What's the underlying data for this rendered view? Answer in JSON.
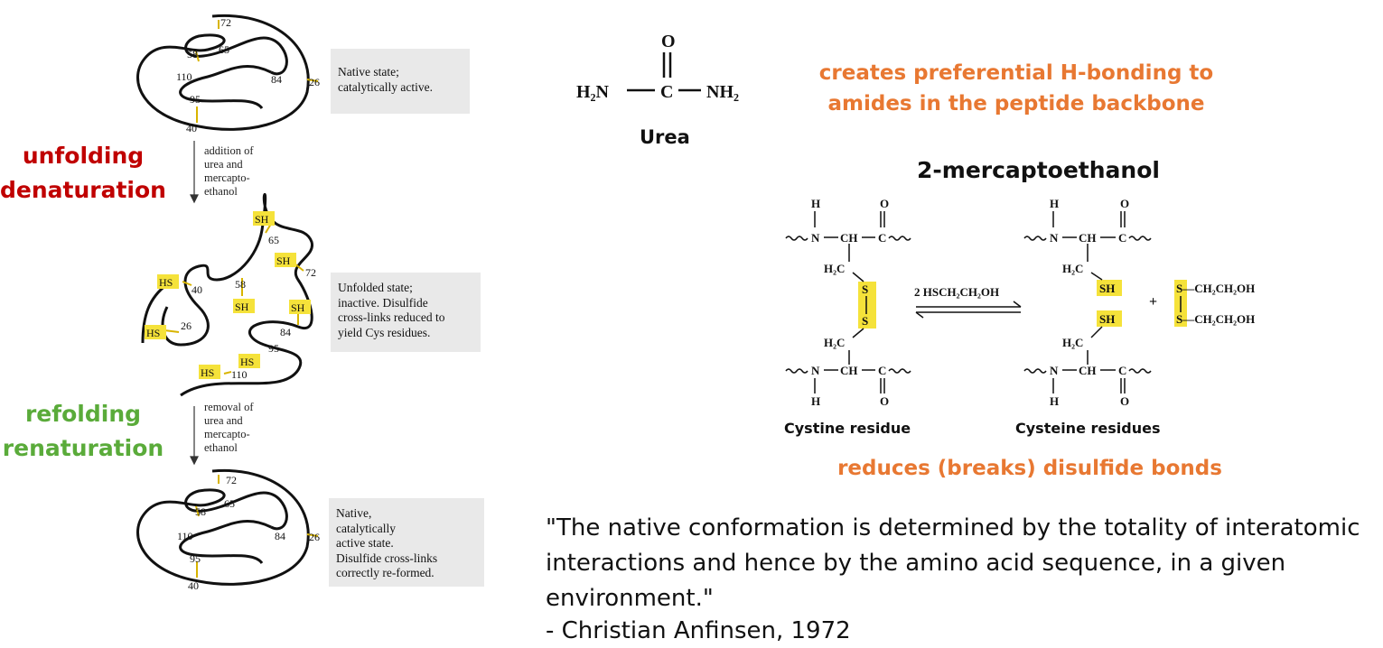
{
  "labels": {
    "unfolding": "unfolding",
    "denaturation": "denaturation",
    "refolding": "refolding",
    "renaturation": "renaturation"
  },
  "colors": {
    "red": "#c00000",
    "green": "#5aab3a",
    "orange": "#e87832",
    "yellow": "#f5e23a",
    "box_gray": "#e9e9e9"
  },
  "states": {
    "native": "Native state;\ncatalytically active.",
    "unfolded": "Unfolded state;\ninactive.  Disulfide\ncross-links reduced to\nyield Cys residues.",
    "renatured": "Native,\ncatalytically\nactive state.\nDisulfide cross-links\ncorrectly re-formed."
  },
  "steps": {
    "addition": "addition of\nurea and\nmercapto-\nethanol",
    "removal": "removal of\nurea and\nmercapto-\nethanol"
  },
  "residues": {
    "native": [
      "72",
      "65",
      "58",
      "110",
      "84",
      "26",
      "95",
      "40"
    ],
    "unfolded": [
      "SH",
      "65",
      "SH",
      "72",
      "HS",
      "40",
      "58",
      "SH",
      "SH",
      "HS",
      "26",
      "84",
      "95",
      "HS",
      "HS",
      "110"
    ],
    "renatured": [
      "72",
      "65",
      "58",
      "110",
      "84",
      "26",
      "95",
      "40"
    ]
  },
  "urea": {
    "o": "O",
    "c": "C",
    "h2n": "H₂N",
    "nh2": "NH₂",
    "name": "Urea",
    "note_line1": "creates preferential H-bonding to",
    "note_line2": "amides in the peptide backbone"
  },
  "mercapto": {
    "title": "2-mercaptoethanol",
    "reagent": "2 HSCH₂CH₂OH",
    "plus": "+",
    "ss_top": "S—CH₂CH₂OH",
    "ss_bottom": "S—CH₂CH₂OH",
    "left_caption": "Cystine residue",
    "right_caption": "Cysteine residues",
    "note": "reduces (breaks) disulfide bonds",
    "atoms": {
      "h": "H",
      "n": "N",
      "ch": "CH",
      "c": "C",
      "o": "O",
      "h2c": "H₂C",
      "s": "S",
      "sh": "SH"
    }
  },
  "quote": {
    "line1": "\"The native conformation is determined by the totality of interatomic",
    "line2": "interactions and hence by the amino acid sequence, in a given",
    "line3": "environment.\"",
    "attribution": "- Christian Anfinsen, 1972"
  }
}
